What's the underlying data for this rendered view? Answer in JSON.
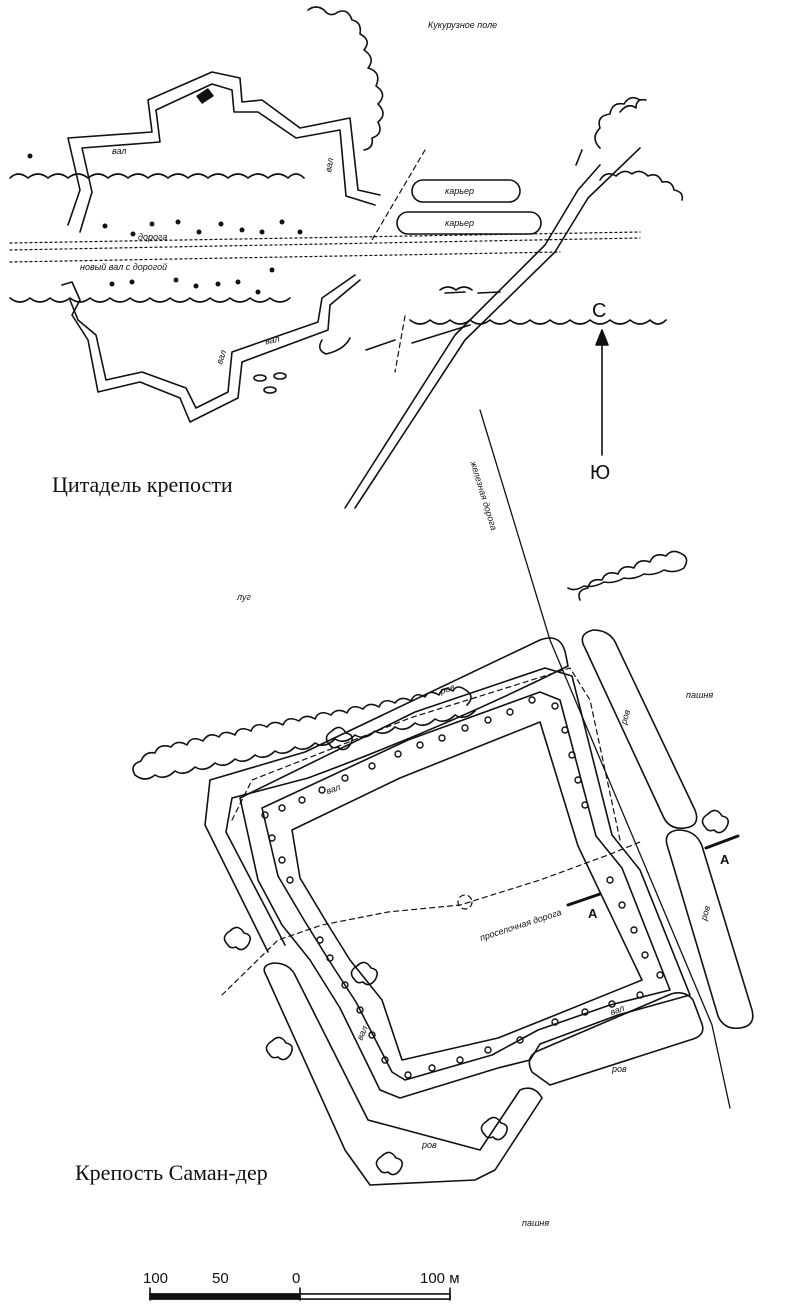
{
  "titles": {
    "citadel": "Цитадель крепости",
    "fortress": "Крепость Саман-дер"
  },
  "labels": {
    "corn_field": "Кукурузное поле",
    "quarry_1": "карьер",
    "quarry_2": "карьер",
    "rampart_top_left": "вал",
    "rampart_top_right": "вал",
    "road_top": "дорога",
    "new_rampart_road": "новый вал с дорогой",
    "rampart_mid_1": "вал",
    "rampart_mid_2": "вал",
    "meadow": "луг",
    "railway": "железная дорога",
    "field_1": "пашня",
    "field_2": "пашня",
    "ditch_top": "ров",
    "ditch_right_1": "ров",
    "ditch_right_2": "ров",
    "ditch_bottom_1": "ров",
    "ditch_bottom_2": "ров",
    "rampart_in_1": "вал",
    "rampart_in_2": "вал",
    "rampart_in_3": "вал",
    "country_road": "проселочная дорога",
    "section_1": "А",
    "section_2": "А"
  },
  "compass": {
    "north": "С",
    "south": "Ю"
  },
  "scale": {
    "t100": "100",
    "t50": "50",
    "t0": "0",
    "t100m": "100 м"
  },
  "colors": {
    "ink": "#111111",
    "paper": "#ffffff"
  }
}
